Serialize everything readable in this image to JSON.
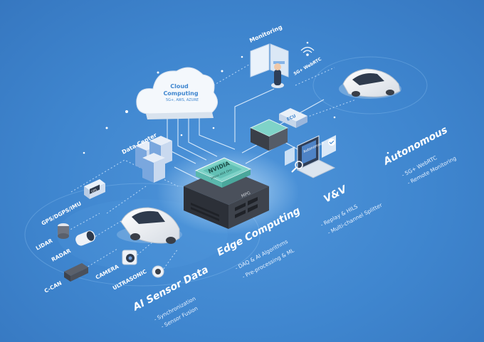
{
  "cloud": {
    "title_line1": "Cloud",
    "title_line2": "Computing",
    "providers": "5G+, AWS, AZURE"
  },
  "data_center": {
    "label": "Data Center"
  },
  "monitoring": {
    "label": "Monitoring"
  },
  "network": {
    "label": "5G+ WebRTC"
  },
  "ecu": {
    "label": "ECU"
  },
  "hub": {
    "brand": "NVIDIA",
    "chip": "Jetson AGX Orin",
    "name": "MPG"
  },
  "sensors": {
    "gps": "GPS/DGPS/IMU",
    "lidar": "LIDAR",
    "radar": "RADAR",
    "ccan": "C-CAN",
    "camera": "CAMERA",
    "ultrasonic": "ULTRASONIC",
    "gps_device": "GPS"
  },
  "laptop": {
    "screen_text": "Autonomous"
  },
  "sections": {
    "ai_sensor": {
      "title": "AI Sensor Data",
      "items": [
        "- Synchronization",
        "- Sensor Fusion"
      ]
    },
    "edge": {
      "title": "Edge Computing",
      "items": [
        "- DAQ & AI Algorithms",
        "- Pre-processing & ML"
      ]
    },
    "vv": {
      "title": "V&V",
      "items": [
        "- Replay & HILS",
        "- Multi-channel Splitter"
      ]
    },
    "autonomous": {
      "title": "Autonomous",
      "items": [
        "- 5G+ WebRTC",
        "- Remote Monitoring"
      ]
    }
  },
  "colors": {
    "background": "#3f86cf",
    "hub_dark": "#3a3f48",
    "chip_teal": "#7fd3c8",
    "glow": "#bfe3ff"
  }
}
